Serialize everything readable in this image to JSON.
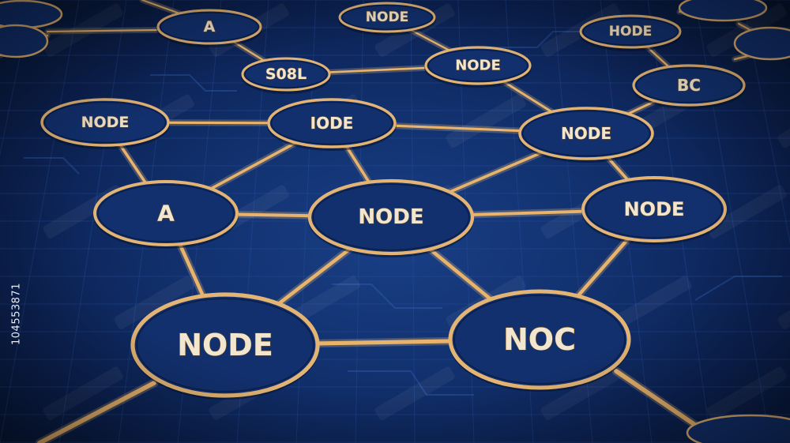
{
  "stock_id": "104553871",
  "nodes": [
    {
      "id": "n1",
      "label": "A"
    },
    {
      "id": "n2",
      "label": "NODE"
    },
    {
      "id": "n3",
      "label": "S08L"
    },
    {
      "id": "n4",
      "label": "NODE"
    },
    {
      "id": "n5",
      "label": "HODE"
    },
    {
      "id": "n6",
      "label": "BC"
    },
    {
      "id": "n7",
      "label": "NODE"
    },
    {
      "id": "n8",
      "label": "IODE"
    },
    {
      "id": "n9",
      "label": "NODE"
    },
    {
      "id": "n10",
      "label": "A"
    },
    {
      "id": "n11",
      "label": "NODE"
    },
    {
      "id": "n12",
      "label": "NODE"
    },
    {
      "id": "n13",
      "label": "NODE"
    },
    {
      "id": "n14",
      "label": "NOC"
    }
  ],
  "colors": {
    "background": "#123270",
    "edge": "#e8b36a",
    "ring": "#e3b474",
    "label": "#f1e6cf"
  }
}
